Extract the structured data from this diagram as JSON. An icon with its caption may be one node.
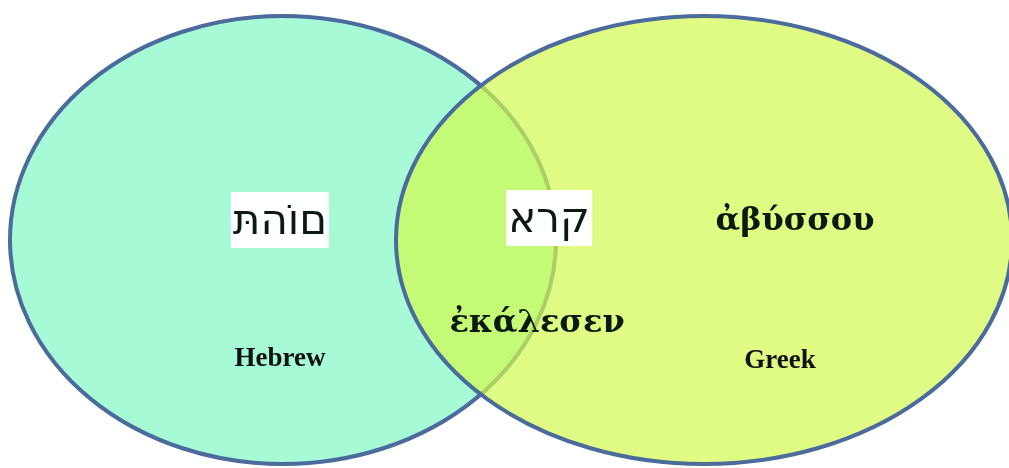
{
  "diagram": {
    "nodes": [
      {
        "text": [
          "םוֹהתּ",
          "Hebrew"
        ]
      },
      {
        "text": [
          "ἀβύσσου",
          "Greek"
        ]
      }
    ],
    "labels": [
      "קרא",
      "ἐκάλεσεν"
    ]
  }
}
